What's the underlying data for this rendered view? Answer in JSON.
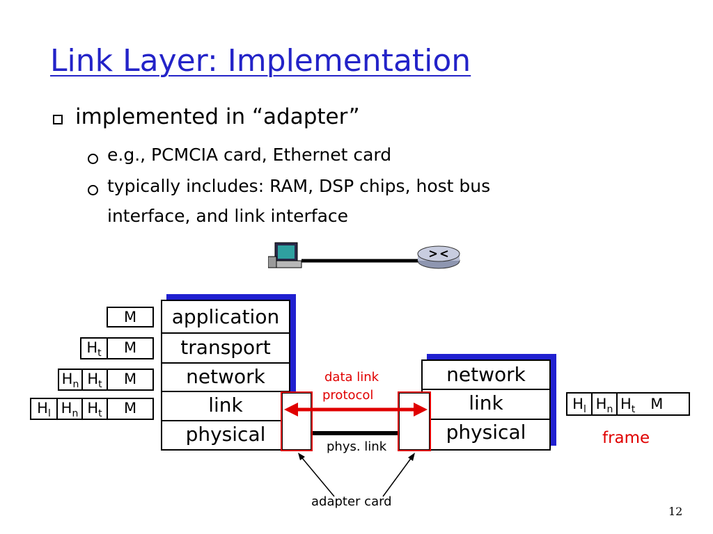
{
  "slide": {
    "title": "Link Layer: Implementation",
    "bullet": "implemented in “adapter”",
    "subbullets": [
      "e.g., PCMCIA card, Ethernet card",
      "typically includes: RAM, DSP chips, host bus",
      "interface, and link interface"
    ],
    "page_number": "12"
  },
  "host_stack": {
    "layers": [
      "application",
      "transport",
      "network",
      "link",
      "physical"
    ]
  },
  "router_stack": {
    "layers": [
      "network",
      "link",
      "physical"
    ]
  },
  "encapsulation": {
    "message": "M",
    "transport_header": "H",
    "transport_sub": "t",
    "network_header": "H",
    "network_sub": "n",
    "link_header": "H",
    "link_sub": "l"
  },
  "labels": {
    "data_link_protocol_line1": "data link",
    "data_link_protocol_line2": "protocol",
    "phys_link": "phys. link",
    "adapter_card": "adapter card",
    "frame": "frame"
  },
  "colors": {
    "title": "#2323c8",
    "shadow": "#2020d0",
    "protocol": "#e00000"
  }
}
